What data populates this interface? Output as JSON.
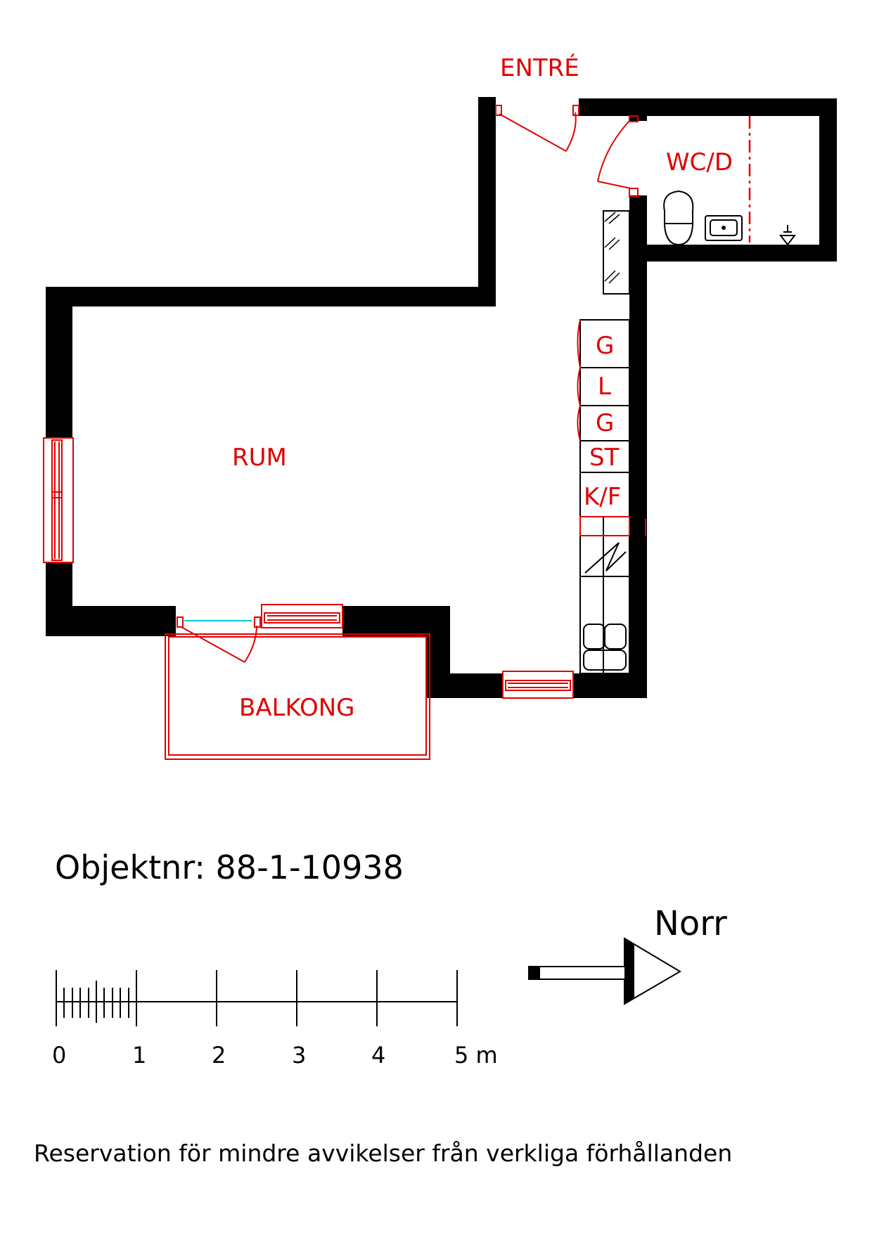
{
  "rooms": {
    "entre": "ENTRÉ",
    "wc": "WC/D",
    "rum": "RUM",
    "balkong": "BALKONG"
  },
  "kitchen": {
    "units": [
      "G",
      "L",
      "G",
      "ST",
      "K/F"
    ]
  },
  "object_number": "Objektnr: 88-1-10938",
  "scale": {
    "labels": [
      "0",
      "1",
      "2",
      "3",
      "4",
      "5 m"
    ]
  },
  "north": "Norr",
  "disclaimer": "Reservation för mindre avvikelser från verkliga förhållanden",
  "colors": {
    "wall": "#000000",
    "annotation": "#e00000",
    "glass": "#00c8d8"
  }
}
